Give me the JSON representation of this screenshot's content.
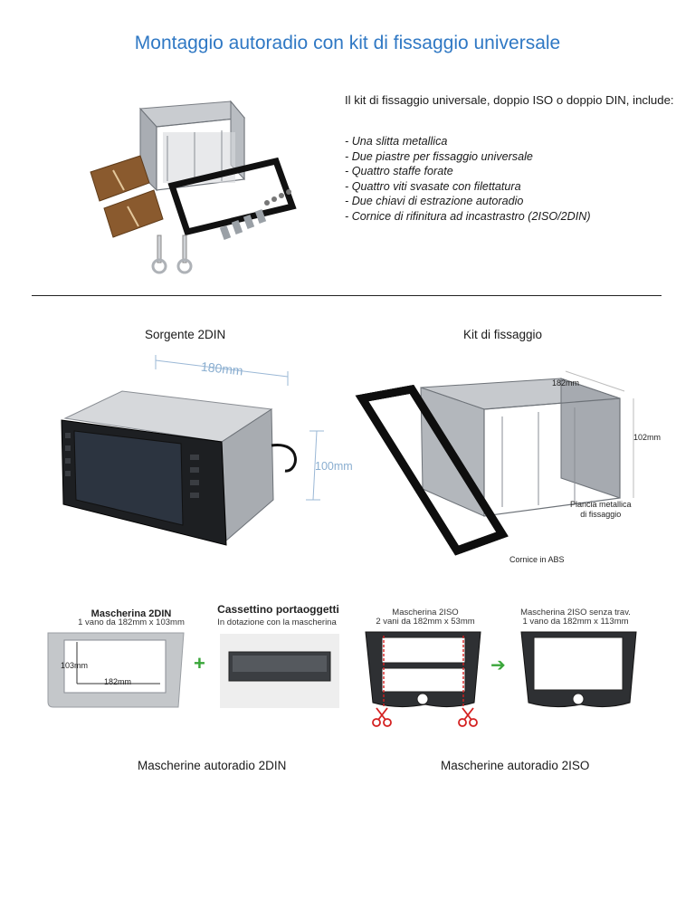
{
  "title": "Montaggio autoradio con kit di fissaggio universale",
  "intro": "Il kit di fissaggio universale, doppio ISO o doppio DIN, include:",
  "kit_items": [
    "- Una slitta metallica",
    "- Due piastre per fissaggio universale",
    "- Quattro staffe forate",
    "- Quattro viti svasate con filettatura",
    "- Due chiavi di estrazione autoradio",
    "- Cornice di rifinitura ad incastrastro (2ISO/2DIN)"
  ],
  "section_source": {
    "caption": "Sorgente 2DIN",
    "dim_width": "180mm",
    "dim_height": "100mm"
  },
  "section_kit": {
    "caption": "Kit di fissaggio",
    "dim_width": "182mm",
    "dim_height": "102mm",
    "label_cage_line1": "Plancia metallica",
    "label_cage_line2": "di fissaggio",
    "label_frame": "Cornice in ABS"
  },
  "mask_2din": {
    "title": "Mascherina 2DIN",
    "subtitle": "1 vano da 182mm x 103mm",
    "dim_h": "103mm",
    "dim_w": "182mm"
  },
  "pocket": {
    "title": "Cassettino portaoggetti",
    "subtitle": "In dotazione con la mascherina"
  },
  "mask_2iso": {
    "title": "Mascherina 2ISO",
    "subtitle": "2 vani da 182mm x 53mm"
  },
  "mask_2iso_open": {
    "title": "Mascherina 2ISO senza trav.",
    "subtitle": "1 vano da 182mm x 113mm"
  },
  "caption_2din": "Mascherine autoradio 2DIN",
  "caption_2iso": "Mascherine autoradio 2ISO",
  "colors": {
    "title_blue": "#2f78c4",
    "plus_green": "#3aa63a",
    "cut_red": "#d42020"
  }
}
